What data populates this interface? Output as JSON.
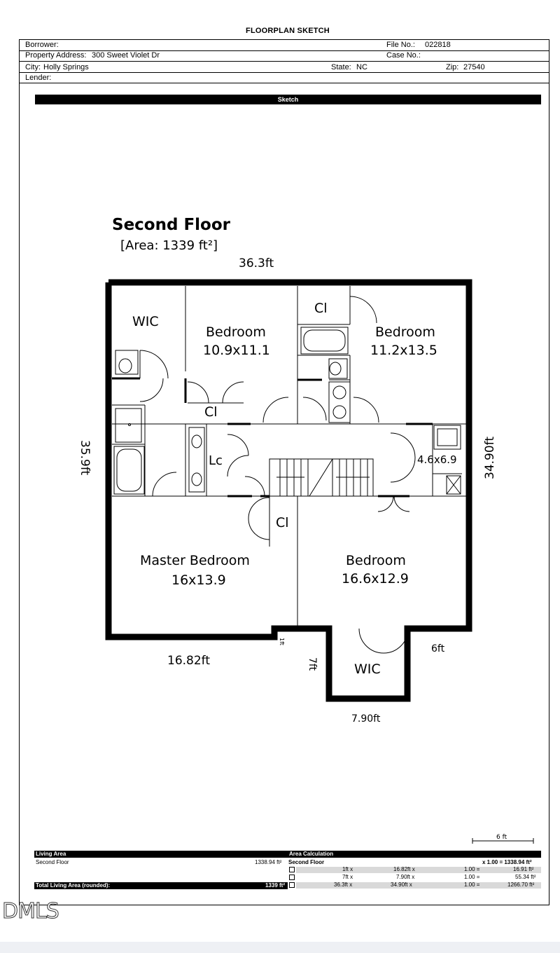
{
  "document": {
    "title": "FLOORPLAN SKETCH",
    "fields": {
      "borrower_label": "Borrower:",
      "file_no_label": "File No.:",
      "file_no_value": "022818",
      "property_address_label": "Property Address:",
      "property_address_value": "300 Sweet Violet Dr",
      "case_no_label": "Case No.:",
      "city_label": "City:",
      "city_value": "Holly Springs",
      "state_label": "State:",
      "state_value": "NC",
      "zip_label": "Zip:",
      "zip_value": "27540",
      "lender_label": "Lender:"
    },
    "sketch_label": "Sketch"
  },
  "floorplan": {
    "floor_name": "Second Floor",
    "area_label": "[Area: 1339 ft²]",
    "dimensions": {
      "top": "36.3ft",
      "left": "35.9ft",
      "right": "34.90ft",
      "bottom_left": "16.82ft",
      "jog": "1ft",
      "notch_depth": "7ft",
      "notch_right": "6ft",
      "notch_bottom": "7.90ft"
    },
    "rooms": {
      "wic_top": "WIC",
      "bedroom1_name": "Bedroom",
      "bedroom1_size": "10.9x11.1",
      "closet1": "Cl",
      "closet2": "Cl",
      "bedroom2_name": "Bedroom",
      "bedroom2_size": "11.2x13.5",
      "linen_closet": "Lc",
      "laundry_size": "4.6x6.9",
      "closet3": "Cl",
      "master_name": "Master Bedroom",
      "master_size": "16x13.9",
      "bedroom3_name": "Bedroom",
      "bedroom3_size": "16.6x12.9",
      "wic_bottom": "WIC"
    },
    "scale_label": "6 ft"
  },
  "area_calculation": {
    "living_area_header": "Living Area",
    "area_calc_header": "Area Calculation",
    "floor_label": "Second Floor",
    "floor_area": "1338.94 ft²",
    "calc_floor_label": "Second Floor",
    "calc_total": "x 1.00 = 1338.94 ft²",
    "rows": [
      {
        "a": "1ft x",
        "b": "16.82ft x",
        "c": "1.00 =",
        "d": "16.91 ft²"
      },
      {
        "a": "7ft x",
        "b": "7.90ft x",
        "c": "1.00 =",
        "d": "55.34 ft²"
      },
      {
        "a": "36.3ft x",
        "b": "34.90ft x",
        "c": "1.00 =",
        "d": "1266.70 ft²"
      }
    ],
    "total_label": "Total Living Area (rounded):",
    "total_value": "1339 ft²"
  },
  "watermark": "DMLS"
}
